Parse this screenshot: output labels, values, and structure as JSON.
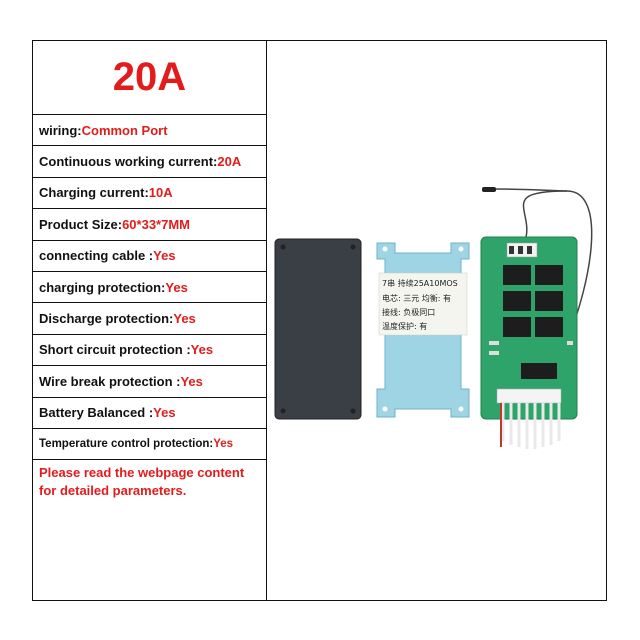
{
  "title": "20A",
  "specs": [
    {
      "label": "wiring:",
      "value": "Common Port"
    },
    {
      "label": "Continuous working current:",
      "value": "20A"
    },
    {
      "label": "Charging current:",
      "value": "10A"
    },
    {
      "label": "Product Size:",
      "value": "60*33*7MM"
    },
    {
      "label": "connecting cable :",
      "value": "Yes"
    },
    {
      "label": "charging protection: ",
      "value": "Yes"
    },
    {
      "label": "Discharge protection: ",
      "value": "Yes"
    },
    {
      "label": "Short circuit protection :",
      "value": "Yes"
    },
    {
      "label": "Wire break protection :",
      "value": "Yes"
    },
    {
      "label": "Battery Balanced :",
      "value": "Yes"
    },
    {
      "label": "Temperature control protection:",
      "value": "Yes"
    }
  ],
  "note": "Please read the webpage content for detailed parameters.",
  "product_sticker": {
    "line1": "7串 持续25A10MOS",
    "line2": "电芯: 三元  均衡: 有",
    "line3": "接线: 负极同口",
    "line4": "温度保护: 有"
  },
  "colors": {
    "accent": "#e31b1b",
    "text": "#111111",
    "pcb": "#2fa46a",
    "sheet": "#9fd4e4",
    "pad": "#3a3f45"
  }
}
